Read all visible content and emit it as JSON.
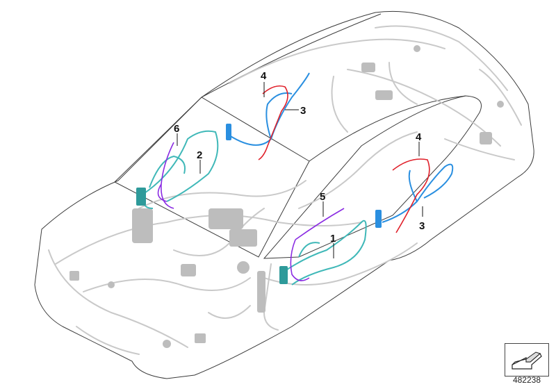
{
  "diagram": {
    "callouts": [
      {
        "id": "c1",
        "label": "1"
      },
      {
        "id": "c2",
        "label": "2"
      },
      {
        "id": "c3a",
        "label": "3"
      },
      {
        "id": "c3b",
        "label": "3"
      },
      {
        "id": "c4a",
        "label": "4"
      },
      {
        "id": "c4b",
        "label": "4"
      },
      {
        "id": "c5",
        "label": "5"
      },
      {
        "id": "c6",
        "label": "6"
      }
    ],
    "document_number": "482238",
    "icon": "view-direction-arrow-icon",
    "colors": {
      "outline": "#3a3a3a",
      "background_harness": "#c9c9c9",
      "teal_harness": "#3fb8b8",
      "blue_harness": "#2a8fe0",
      "red_harness": "#e0202a",
      "purple_harness": "#8a2be2"
    }
  }
}
